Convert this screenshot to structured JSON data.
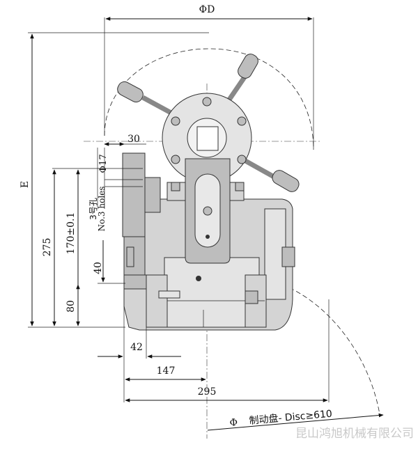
{
  "dimensions": {
    "phi_d": "ΦD",
    "e": "E",
    "d30": "30",
    "phi17": "Φ17",
    "holes_cn": "3号孔",
    "holes_en": "No.3 holes",
    "d170": "170±0.1",
    "d275": "275",
    "d40": "40",
    "d80": "80",
    "d42": "42",
    "d147": "147",
    "d295": "295"
  },
  "disc_note": {
    "phi": "Φ",
    "text": "制动盘- Disc≥610"
  },
  "watermark": "昆山鸿旭机械有限公司",
  "colors": {
    "body": "#d4d4d4",
    "body_dark": "#bdbdbd",
    "line": "#111111",
    "watermark": "#c9c9c9"
  }
}
